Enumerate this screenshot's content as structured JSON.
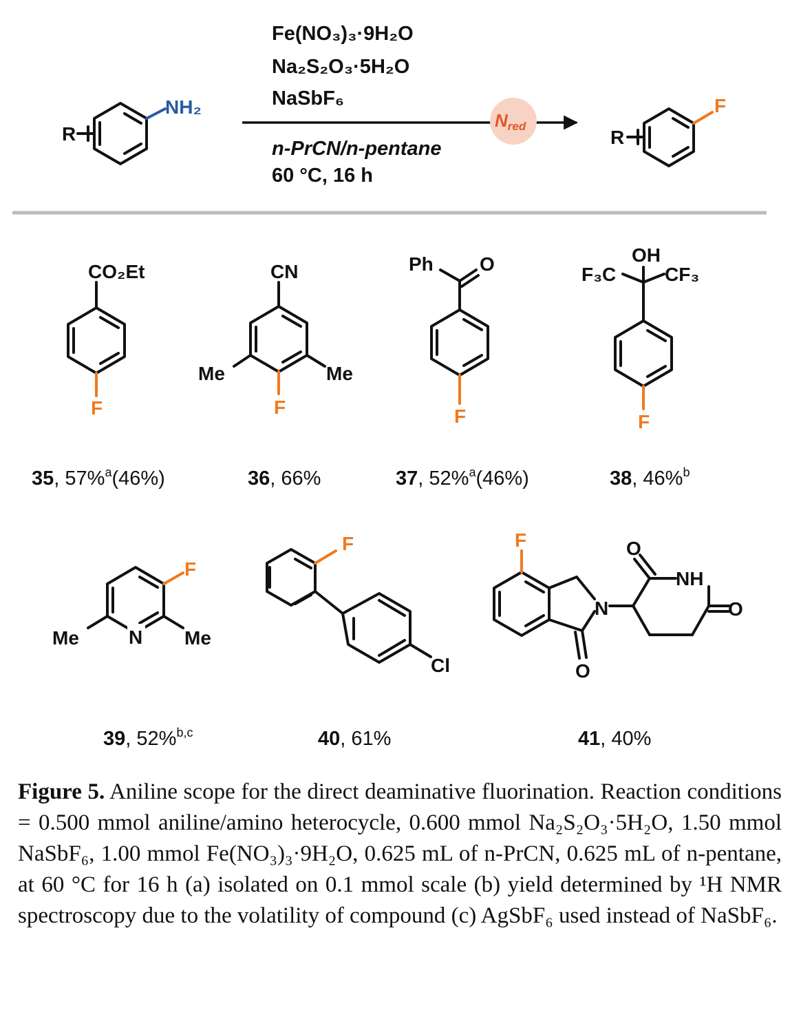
{
  "scheme": {
    "reactant": {
      "substituent": "R",
      "group": "NH₂"
    },
    "reagents_above": [
      "Fe(NO₃)₃·9H₂O",
      "Na₂S₂O₃·5H₂O",
      "NaSbF₆"
    ],
    "conditions_below": [
      "n-PrCN/n-pentane",
      "60 °C, 16 h"
    ],
    "badge": {
      "main": "N",
      "sub": "red",
      "color": "#f8d3c4"
    },
    "product": {
      "substituent": "R",
      "group": "F"
    }
  },
  "compounds": [
    {
      "id": "35",
      "yield": "57%",
      "sup": "a",
      "extra": "(46%)",
      "labels": [
        "CO₂Et",
        "F"
      ]
    },
    {
      "id": "36",
      "yield": "66%",
      "sup": "",
      "extra": "",
      "labels": [
        "CN",
        "Me",
        "Me",
        "F"
      ]
    },
    {
      "id": "37",
      "yield": "52%",
      "sup": "a",
      "extra": "(46%)",
      "labels": [
        "Ph",
        "O",
        "F"
      ]
    },
    {
      "id": "38",
      "yield": "46%",
      "sup": "b",
      "extra": "",
      "labels": [
        "OH",
        "F₃C",
        "CF₃",
        "F"
      ]
    },
    {
      "id": "39",
      "yield": "52%",
      "sup": "b,c",
      "extra": "",
      "labels": [
        "F",
        "Me",
        "N",
        "Me"
      ]
    },
    {
      "id": "40",
      "yield": "61%",
      "sup": "",
      "extra": "",
      "labels": [
        "F",
        "Cl"
      ]
    },
    {
      "id": "41",
      "yield": "40%",
      "sup": "",
      "extra": "",
      "labels": [
        "F",
        "O",
        "NH",
        "O",
        "N",
        "O"
      ]
    }
  ],
  "colors": {
    "fluorine": "#f07a1f",
    "amine": "#2a5aa0",
    "divider": "#bbbbbb"
  },
  "caption": {
    "label": "Figure 5.",
    "text": "Aniline scope for the direct deaminative fluorination. Reaction conditions = 0.500 mmol aniline/amino heterocycle, 0.600 mmol Na₂S₂O₃·5H₂O, 1.50 mmol NaSbF₆, 1.00 mmol Fe(NO₃)₃·9H₂O, 0.625 mL of n-PrCN, 0.625 mL of n-pentane, at 60 °C for 16 h (a) isolated on 0.1 mmol scale (b) yield determined by ¹H NMR spectroscopy due to the volatility of compound (c) AgSbF₆ used instead of NaSbF₆."
  }
}
